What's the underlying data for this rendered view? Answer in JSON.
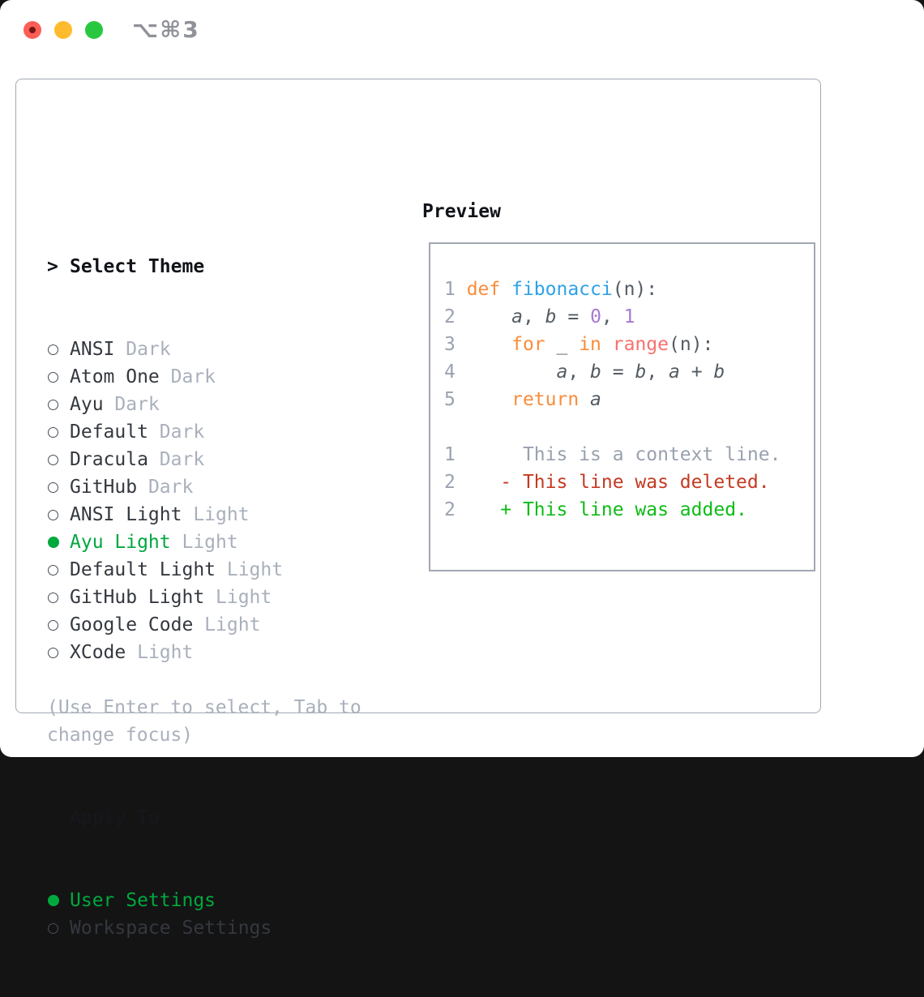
{
  "window": {
    "title": "⌥⌘3"
  },
  "theme_menu": {
    "prompt": ">",
    "title": "Select Theme",
    "items": [
      {
        "name": "ANSI",
        "variant": "Dark",
        "selected": false
      },
      {
        "name": "Atom One",
        "variant": "Dark",
        "selected": false
      },
      {
        "name": "Ayu",
        "variant": "Dark",
        "selected": false
      },
      {
        "name": "Default",
        "variant": "Dark",
        "selected": false
      },
      {
        "name": "Dracula",
        "variant": "Dark",
        "selected": false
      },
      {
        "name": "GitHub",
        "variant": "Dark",
        "selected": false
      },
      {
        "name": "ANSI Light",
        "variant": "Light",
        "selected": false
      },
      {
        "name": "Ayu Light",
        "variant": "Light",
        "selected": true
      },
      {
        "name": "Default Light",
        "variant": "Light",
        "selected": false
      },
      {
        "name": "GitHub Light",
        "variant": "Light",
        "selected": false
      },
      {
        "name": "Google Code",
        "variant": "Light",
        "selected": false
      },
      {
        "name": "XCode",
        "variant": "Light",
        "selected": false
      }
    ]
  },
  "apply_to": {
    "title": "Apply To",
    "options": [
      {
        "label": "User Settings",
        "selected": true
      },
      {
        "label": "Workspace Settings",
        "selected": false
      }
    ]
  },
  "help_text": "(Use Enter to select, Tab to change focus)",
  "preview": {
    "title": "Preview",
    "lines": [
      [
        {
          "t": "1 ",
          "c": "ln"
        },
        {
          "t": "def ",
          "c": "kw"
        },
        {
          "t": "fibonacci",
          "c": "fn"
        },
        {
          "t": "(n):",
          "c": "fg"
        }
      ],
      [
        {
          "t": "2 ",
          "c": "ln"
        },
        {
          "t": "    ",
          "c": "fg"
        },
        {
          "t": "a",
          "c": "var"
        },
        {
          "t": ", ",
          "c": "fg"
        },
        {
          "t": "b",
          "c": "var"
        },
        {
          "t": " = ",
          "c": "fg"
        },
        {
          "t": "0",
          "c": "num"
        },
        {
          "t": ", ",
          "c": "fg"
        },
        {
          "t": "1",
          "c": "num"
        }
      ],
      [
        {
          "t": "3 ",
          "c": "ln"
        },
        {
          "t": "    ",
          "c": "fg"
        },
        {
          "t": "for",
          "c": "kw"
        },
        {
          "t": " _ ",
          "c": "fg"
        },
        {
          "t": "in",
          "c": "kw"
        },
        {
          "t": " ",
          "c": "fg"
        },
        {
          "t": "range",
          "c": "sp"
        },
        {
          "t": "(n):",
          "c": "fg"
        }
      ],
      [
        {
          "t": "4 ",
          "c": "ln"
        },
        {
          "t": "        ",
          "c": "fg"
        },
        {
          "t": "a",
          "c": "var"
        },
        {
          "t": ", ",
          "c": "fg"
        },
        {
          "t": "b",
          "c": "var"
        },
        {
          "t": " = ",
          "c": "fg"
        },
        {
          "t": "b",
          "c": "var"
        },
        {
          "t": ", ",
          "c": "fg"
        },
        {
          "t": "a",
          "c": "var"
        },
        {
          "t": " + ",
          "c": "fg"
        },
        {
          "t": "b",
          "c": "var"
        }
      ],
      [
        {
          "t": "5 ",
          "c": "ln"
        },
        {
          "t": "    ",
          "c": "fg"
        },
        {
          "t": "return",
          "c": "kw"
        },
        {
          "t": " ",
          "c": "fg"
        },
        {
          "t": "a",
          "c": "var"
        }
      ],
      [],
      [
        {
          "t": "1      ",
          "c": "ln"
        },
        {
          "t": "This is a context line.",
          "c": "ctx"
        }
      ],
      [
        {
          "t": "2    ",
          "c": "ln"
        },
        {
          "t": "- This line was deleted.",
          "c": "del"
        }
      ],
      [
        {
          "t": "2    ",
          "c": "ln"
        },
        {
          "t": "+ This line was added.",
          "c": "add"
        }
      ]
    ]
  },
  "colors": {
    "tl-red": "#fe5e57",
    "tl-yellow": "#febb2e",
    "tl-green": "#27c83f",
    "title-gray": "#8f9298",
    "border": "#a2a8b2",
    "text-dark": "#34383f",
    "text-muted": "#a9b0bc",
    "green-select": "#00a83e",
    "code-ln": "#9aa2b1",
    "code-fg": "#545b63",
    "code-kw": "#f98d3d",
    "code-fn": "#2ea2e8",
    "code-num": "#a779d1",
    "code-special": "#f7716f",
    "code-ctx": "#99a1ae",
    "diff-del": "#c43a22",
    "diff-add": "#0dbc17"
  }
}
